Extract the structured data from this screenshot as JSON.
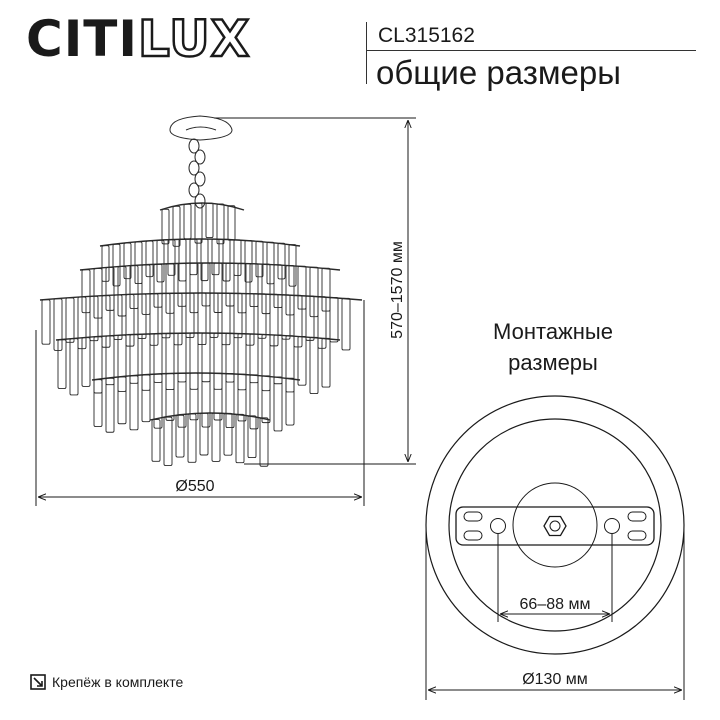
{
  "brand": {
    "part1": "CITI",
    "part2": "LUX"
  },
  "header": {
    "model": "CL315162",
    "title": "общие размеры"
  },
  "dimensions": {
    "diameter": "Ø550",
    "height": "570–1570 мм"
  },
  "mounting": {
    "title_line1": "Монтажные",
    "title_line2": "размеры",
    "hole_spacing": "66–88 мм",
    "plate_diameter": "Ø130 мм"
  },
  "footer": {
    "note": "Крепёж в комплекте"
  }
}
